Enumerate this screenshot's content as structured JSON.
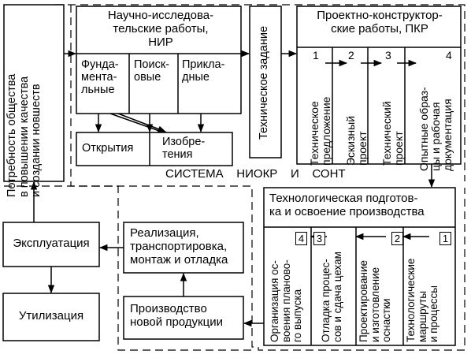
{
  "needs_box": "Потребность общества\nв повышении качества\nи создании новшеств",
  "nir": {
    "title": "Научно-исследова-\nтельские работы,\nНИР",
    "col_fundamental": "Фунда-\nмента-\nльные",
    "col_search": "Поиск-\nовые",
    "col_applied": "Прикла-\nдные"
  },
  "outputs": {
    "discoveries": "Открытия",
    "inventions": "Изобре-\nтения"
  },
  "tech_task": "Техническое задание",
  "pkr": {
    "title": "Проектно-конструктор-\nские работы, ПКР",
    "steps": [
      {
        "num": "1",
        "label": "Техническое\nпредложение"
      },
      {
        "num": "2",
        "label": "Эскизный\nпроект"
      },
      {
        "num": "3",
        "label": "Технический\nпроект"
      },
      {
        "num": "4",
        "label": "Опытные образ-\nцы и рабочая\nдокументация"
      }
    ]
  },
  "system_label": "СИСТЕМА    НИОКР    И    СОНТ",
  "prep": {
    "title": "Технологическая подготов-\nка и освоение производства",
    "steps": [
      {
        "num": "4",
        "label": "Организация ос-\nвоения планово-\nго выпуска"
      },
      {
        "num": "3",
        "label": "Отладка процес-\nсов и сдача цехам"
      },
      {
        "num": "2",
        "label": "Проектирование\nи изготовление\nоснастки"
      },
      {
        "num": "1",
        "label": "Технологические\nмаршруты\nи процессы"
      }
    ]
  },
  "production": "Производство\nновой продукции",
  "realization": "Реализация,\nтранспортировка,\nмонтаж и отладка",
  "exploitation": "Эксплуатация",
  "utilization": "Утилизация"
}
